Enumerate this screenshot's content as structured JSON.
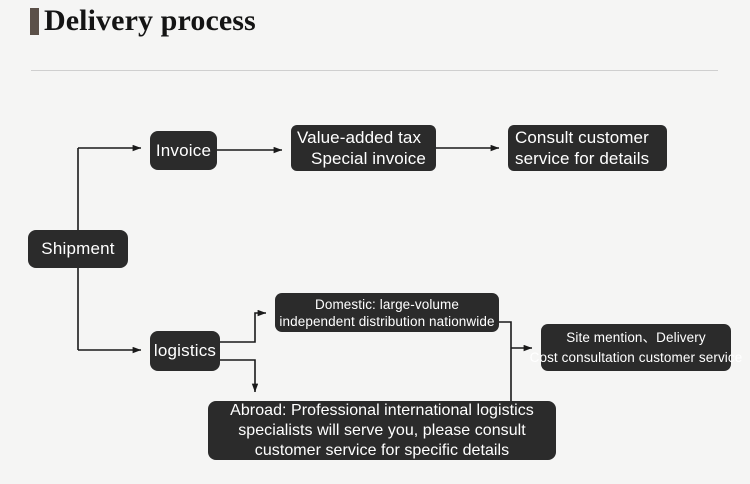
{
  "header": {
    "title": "Delivery process",
    "accent_color": "#5b5048",
    "divider_color": "#cfcfcf"
  },
  "theme": {
    "background": "#f5f5f4",
    "node_fill": "#2b2b2b",
    "node_text": "#ffffff",
    "connector": "#1a1a1a"
  },
  "diagram": {
    "type": "flowchart",
    "nodes": {
      "shipment": {
        "label": "Shipment"
      },
      "invoice": {
        "label": "Invoice"
      },
      "vat": {
        "line1": "Value-added tax",
        "line2": "Special invoice"
      },
      "consult": {
        "line1": "Consult customer",
        "line2": "service for details"
      },
      "logistics": {
        "label": "logistics"
      },
      "domestic": {
        "line1": "Domestic: large-volume",
        "line2": "independent distribution nationwide"
      },
      "site": {
        "line1": "Site mention、Delivery",
        "line2": "Cost consultation customer service"
      },
      "abroad": {
        "line1": "Abroad: Professional international logistics",
        "line2": "specialists will serve you, please consult",
        "line3": "customer service for specific details"
      }
    },
    "edges": [
      {
        "from": "shipment",
        "to": "invoice"
      },
      {
        "from": "invoice",
        "to": "vat"
      },
      {
        "from": "vat",
        "to": "consult"
      },
      {
        "from": "shipment",
        "to": "logistics"
      },
      {
        "from": "logistics",
        "to": "domestic"
      },
      {
        "from": "logistics",
        "to": "abroad"
      },
      {
        "from": "domestic",
        "to": "site"
      }
    ]
  }
}
